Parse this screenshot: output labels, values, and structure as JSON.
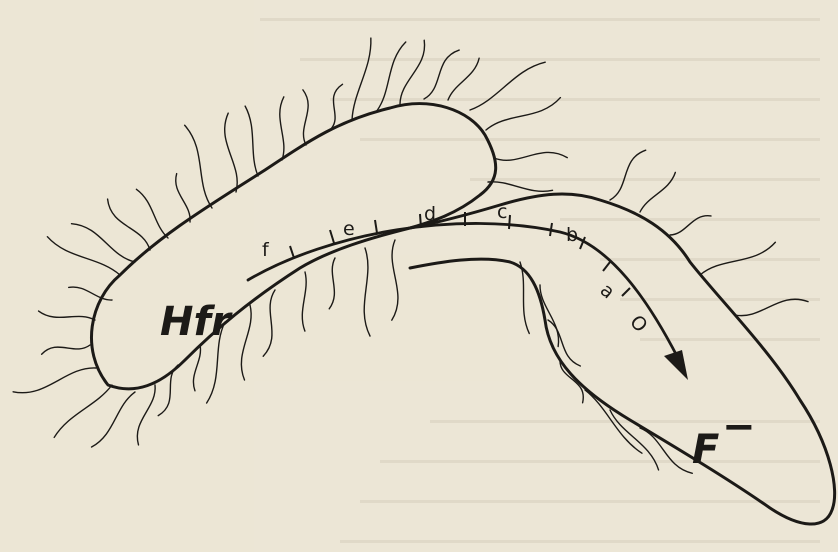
{
  "figure": {
    "donor_label": "Hfr",
    "recipient_label": "F",
    "recipient_sign": "−",
    "gene_markers": [
      "f",
      "e",
      "d",
      "c",
      "b",
      "a",
      "O"
    ]
  },
  "colors": {
    "paper": "#ece6d6",
    "ink": "#1c1a17",
    "bleed_through": "#bdb4a2"
  }
}
